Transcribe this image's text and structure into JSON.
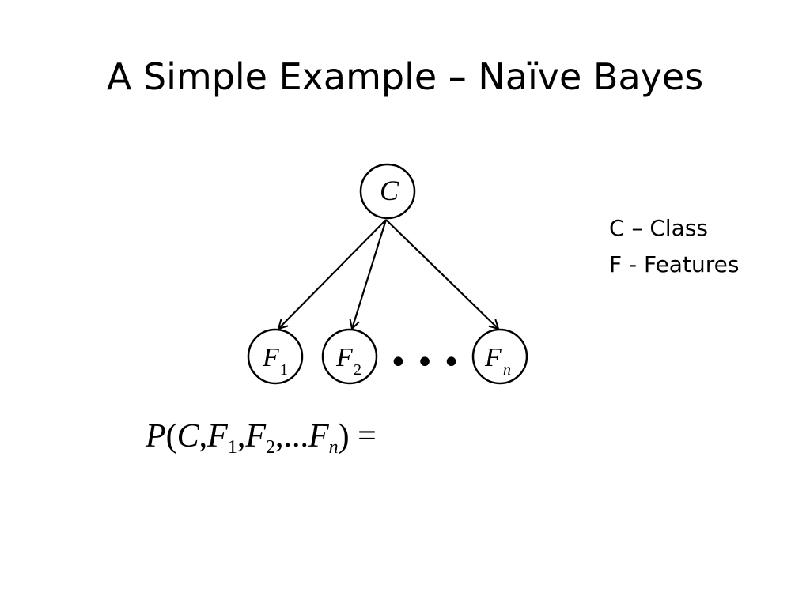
{
  "slide": {
    "title": "A Simple Example – Naïve Bayes"
  },
  "legend": {
    "line1": "C – Class",
    "line2": "F - Features"
  },
  "diagram": {
    "root": {
      "label": "C"
    },
    "children": [
      {
        "label": "F",
        "subscript": "1"
      },
      {
        "label": "F",
        "subscript": "2"
      },
      {
        "label": "F",
        "subscript": "n"
      }
    ],
    "ellipsis": "•••"
  },
  "formula": {
    "p": "P",
    "open": "(",
    "c": "C",
    "comma1": ",",
    "f1": "F",
    "f1_sub": "1",
    "comma2": ",",
    "f2": "F",
    "f2_sub": "2",
    "dots": ",...",
    "fn": "F",
    "fn_sub": "n",
    "close": ")",
    "equals": " ="
  }
}
